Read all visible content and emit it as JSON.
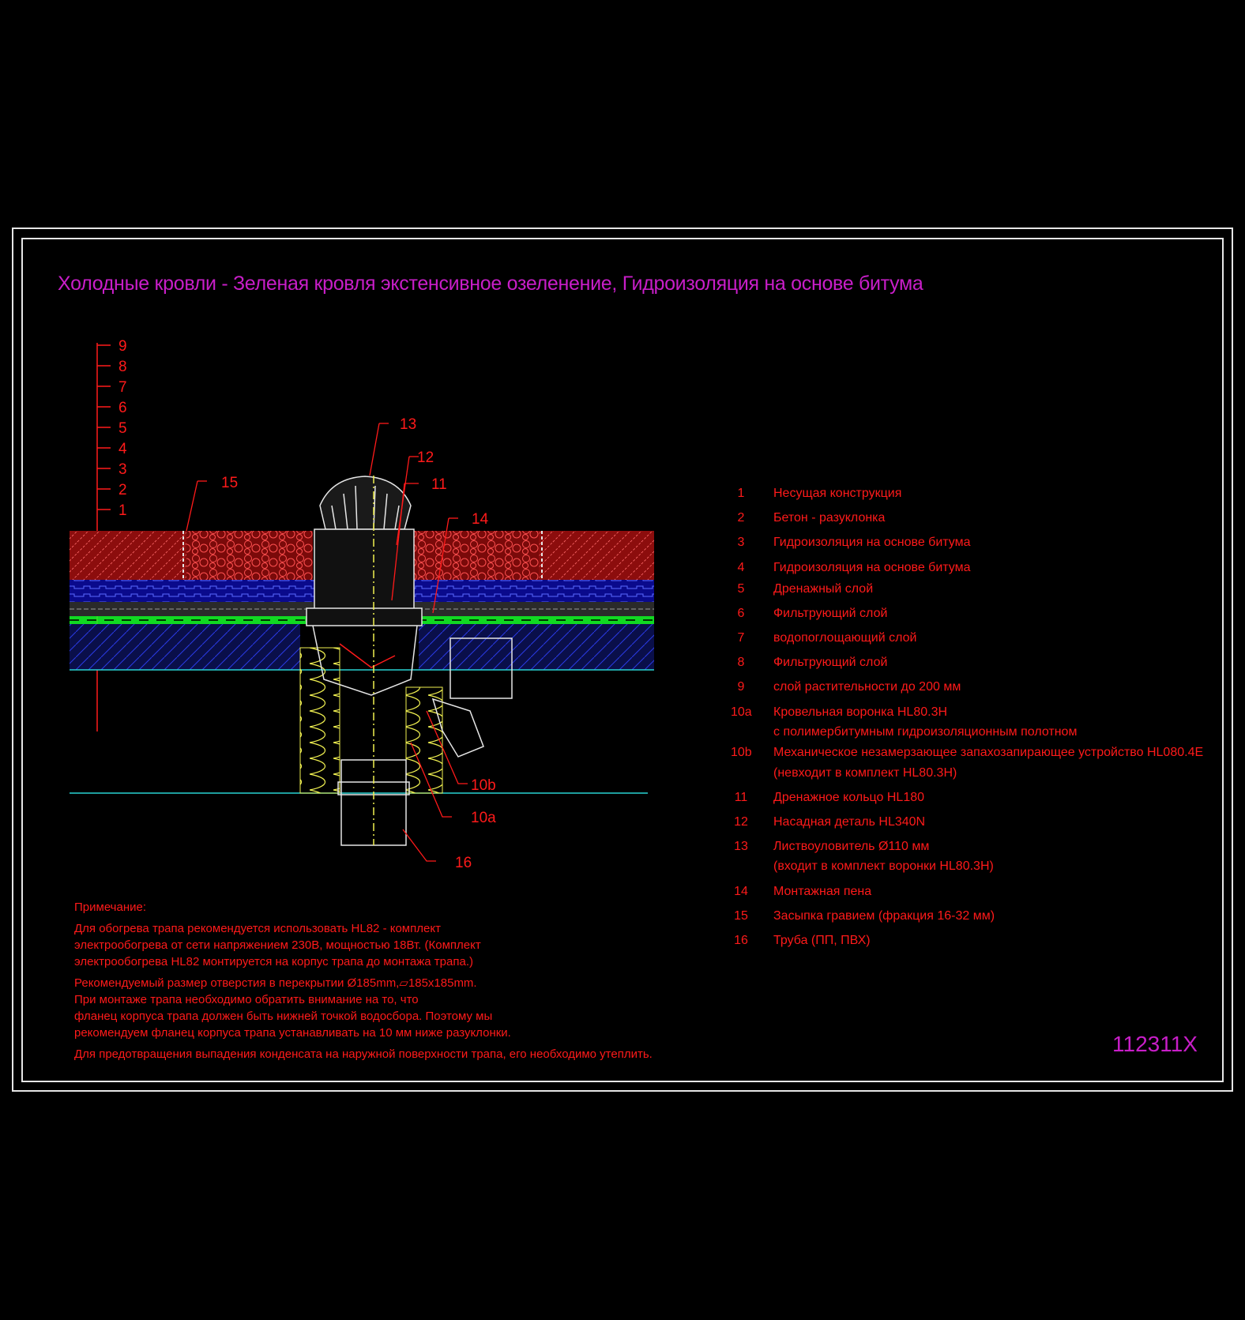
{
  "title": "Холодные кровли - Зеленая кровля экстенсивное озеленение, Гидроизоляция на основе битума",
  "drawing_code": "112311X",
  "layer_markers": [
    "9",
    "8",
    "7",
    "6",
    "5",
    "4",
    "3",
    "2",
    "1"
  ],
  "callouts": {
    "c13": "13",
    "c12": "12",
    "c11": "11",
    "c15": "15",
    "c14": "14",
    "c10b": "10b",
    "c10a": "10a",
    "c16": "16"
  },
  "legend": [
    {
      "num": "1",
      "text": "Несущая конструкция"
    },
    {
      "num": "2",
      "text": "Бетон - разуклонка"
    },
    {
      "num": "3",
      "text": "Гидроизоляция на основе битума"
    },
    {
      "num": "4",
      "text": "Гидроизоляция на основе битума"
    },
    {
      "num": "5",
      "text": "Дренажный слой"
    },
    {
      "num": "6",
      "text": "Фильтрующий слой"
    },
    {
      "num": "7",
      "text": "водопоглощающий слой"
    },
    {
      "num": "8",
      "text": "Фильтрующий слой"
    },
    {
      "num": "9",
      "text": "слой растительности до 200 мм"
    },
    {
      "num": "10a",
      "text": "Кровельная воронка HL80.3H"
    },
    {
      "num": "",
      "text": "с полимербитумным гидроизоляционным полотном"
    },
    {
      "num": "10b",
      "text": "Механическое незамерзающее запахозапирающее устройство HL080.4E"
    },
    {
      "num": "",
      "text": "(невходит в комплект HL80.3H)"
    },
    {
      "num": "11",
      "text": "Дренажное кольцо HL180"
    },
    {
      "num": "12",
      "text": "Насадная деталь HL340N"
    },
    {
      "num": "13",
      "text": "Листвоуловитель Ø110 мм"
    },
    {
      "num": "",
      "text": "(входит в комплект воронки HL80.3H)"
    },
    {
      "num": "14",
      "text": "Монтажная пена"
    },
    {
      "num": "15",
      "text": "Засыпка гравием (фракция 16-32 мм)"
    },
    {
      "num": "16",
      "text": "Труба (ПП, ПВХ)"
    }
  ],
  "notes": {
    "heading": "Примечание:",
    "p1": "Для обогрева трапа рекомендуется использовать HL82 - комплект\nэлектрообогрева от сети напряжением 230В, мощностью 18Вт. (Комплект\nэлектрообогрева HL82 монтируется на корпус трапа до монтажа трапа.)",
    "p2": "Рекомендуемый размер отверстия в перекрытии Ø185mm,▱185x185mm.\nПри монтаже трапа необходимо обратить внимание на то, что\nфланец корпуса трапа должен быть нижней точкой водосбора. Поэтому мы\nрекомендуем фланец корпуса трапа устанавливать на 10 мм ниже разуклонки.",
    "p3": "Для предотвращения выпадения конденсата на наружной поверхности трапа, его необходимо утеплить."
  },
  "colors": {
    "text_red": "#ff1a1a",
    "title_magenta": "#c81ec8",
    "frame": "#e6e6e6",
    "drainage_blue": "#1428ff",
    "filter_green": "#14ff28",
    "slab_blue": "#1e2ad2",
    "cyan": "#28d2d2",
    "yellow": "#f0f050"
  }
}
